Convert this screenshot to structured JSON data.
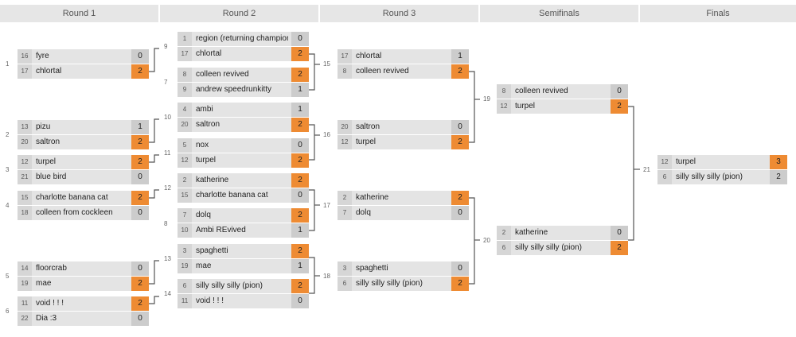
{
  "rounds": [
    "Round 1",
    "Round 2",
    "Round 3",
    "Semifinals",
    "Finals"
  ],
  "matches": [
    {
      "num": "1",
      "teams": [
        {
          "seed": "16",
          "name": "fyre",
          "score": "0",
          "win": false
        },
        {
          "seed": "17",
          "name": "chlortal",
          "score": "2",
          "win": true
        }
      ]
    },
    {
      "num": "2",
      "teams": [
        {
          "seed": "13",
          "name": "pizu",
          "score": "1",
          "win": false
        },
        {
          "seed": "20",
          "name": "saltron",
          "score": "2",
          "win": true
        }
      ]
    },
    {
      "num": "3",
      "teams": [
        {
          "seed": "12",
          "name": "turpel",
          "score": "2",
          "win": true
        },
        {
          "seed": "21",
          "name": "blue bird",
          "score": "0",
          "win": false
        }
      ]
    },
    {
      "num": "4",
      "teams": [
        {
          "seed": "15",
          "name": "charlotte banana cat",
          "score": "2",
          "win": true
        },
        {
          "seed": "18",
          "name": "colleen from cockleen",
          "score": "0",
          "win": false
        }
      ]
    },
    {
      "num": "5",
      "teams": [
        {
          "seed": "14",
          "name": "floorcrab",
          "score": "0",
          "win": false
        },
        {
          "seed": "19",
          "name": "mae",
          "score": "2",
          "win": true
        }
      ]
    },
    {
      "num": "6",
      "teams": [
        {
          "seed": "11",
          "name": "void ! ! !",
          "score": "2",
          "win": true
        },
        {
          "seed": "22",
          "name": "Dia :3",
          "score": "0",
          "win": false
        }
      ]
    },
    {
      "num": "9",
      "teams": [
        {
          "seed": "1",
          "name": "region (returning champion)",
          "score": "0",
          "win": false
        },
        {
          "seed": "17",
          "name": "chlortal",
          "score": "2",
          "win": true
        }
      ]
    },
    {
      "num": "7",
      "teams": [
        {
          "seed": "8",
          "name": "colleen revived",
          "score": "2",
          "win": true
        },
        {
          "seed": "9",
          "name": "andrew speedrunkitty",
          "score": "1",
          "win": false
        }
      ]
    },
    {
      "num": "10",
      "teams": [
        {
          "seed": "4",
          "name": "ambi",
          "score": "1",
          "win": false
        },
        {
          "seed": "20",
          "name": "saltron",
          "score": "2",
          "win": true
        }
      ]
    },
    {
      "num": "11",
      "teams": [
        {
          "seed": "5",
          "name": "nox",
          "score": "0",
          "win": false
        },
        {
          "seed": "12",
          "name": "turpel",
          "score": "2",
          "win": true
        }
      ]
    },
    {
      "num": "12",
      "teams": [
        {
          "seed": "2",
          "name": "katherine",
          "score": "2",
          "win": true
        },
        {
          "seed": "15",
          "name": "charlotte banana cat",
          "score": "0",
          "win": false
        }
      ]
    },
    {
      "num": "8",
      "teams": [
        {
          "seed": "7",
          "name": "dolq",
          "score": "2",
          "win": true
        },
        {
          "seed": "10",
          "name": "Ambi REvived",
          "score": "1",
          "win": false
        }
      ]
    },
    {
      "num": "13",
      "teams": [
        {
          "seed": "3",
          "name": "spaghetti",
          "score": "2",
          "win": true
        },
        {
          "seed": "19",
          "name": "mae",
          "score": "1",
          "win": false
        }
      ]
    },
    {
      "num": "14",
      "teams": [
        {
          "seed": "6",
          "name": "silly silly silly (pion)",
          "score": "2",
          "win": true
        },
        {
          "seed": "11",
          "name": "void ! ! !",
          "score": "0",
          "win": false
        }
      ]
    },
    {
      "num": "15",
      "teams": [
        {
          "seed": "17",
          "name": "chlortal",
          "score": "1",
          "win": false
        },
        {
          "seed": "8",
          "name": "colleen revived",
          "score": "2",
          "win": true
        }
      ]
    },
    {
      "num": "16",
      "teams": [
        {
          "seed": "20",
          "name": "saltron",
          "score": "0",
          "win": false
        },
        {
          "seed": "12",
          "name": "turpel",
          "score": "2",
          "win": true
        }
      ]
    },
    {
      "num": "17",
      "teams": [
        {
          "seed": "2",
          "name": "katherine",
          "score": "2",
          "win": true
        },
        {
          "seed": "7",
          "name": "dolq",
          "score": "0",
          "win": false
        }
      ]
    },
    {
      "num": "18",
      "teams": [
        {
          "seed": "3",
          "name": "spaghetti",
          "score": "0",
          "win": false
        },
        {
          "seed": "6",
          "name": "silly silly silly (pion)",
          "score": "2",
          "win": true
        }
      ]
    },
    {
      "num": "19",
      "teams": [
        {
          "seed": "8",
          "name": "colleen revived",
          "score": "0",
          "win": false
        },
        {
          "seed": "12",
          "name": "turpel",
          "score": "2",
          "win": true
        }
      ]
    },
    {
      "num": "20",
      "teams": [
        {
          "seed": "2",
          "name": "katherine",
          "score": "0",
          "win": false
        },
        {
          "seed": "6",
          "name": "silly silly silly (pion)",
          "score": "2",
          "win": true
        }
      ]
    },
    {
      "num": "21",
      "teams": [
        {
          "seed": "12",
          "name": "turpel",
          "score": "3",
          "win": true
        },
        {
          "seed": "6",
          "name": "silly silly silly (pion)",
          "score": "2",
          "win": false
        }
      ]
    }
  ],
  "colors": {
    "winner_score": "#ee8b33",
    "loser_score": "#cccccc",
    "row": "#e4e4e4",
    "seed": "#d6d6d6",
    "header": "#e6e6e6"
  }
}
